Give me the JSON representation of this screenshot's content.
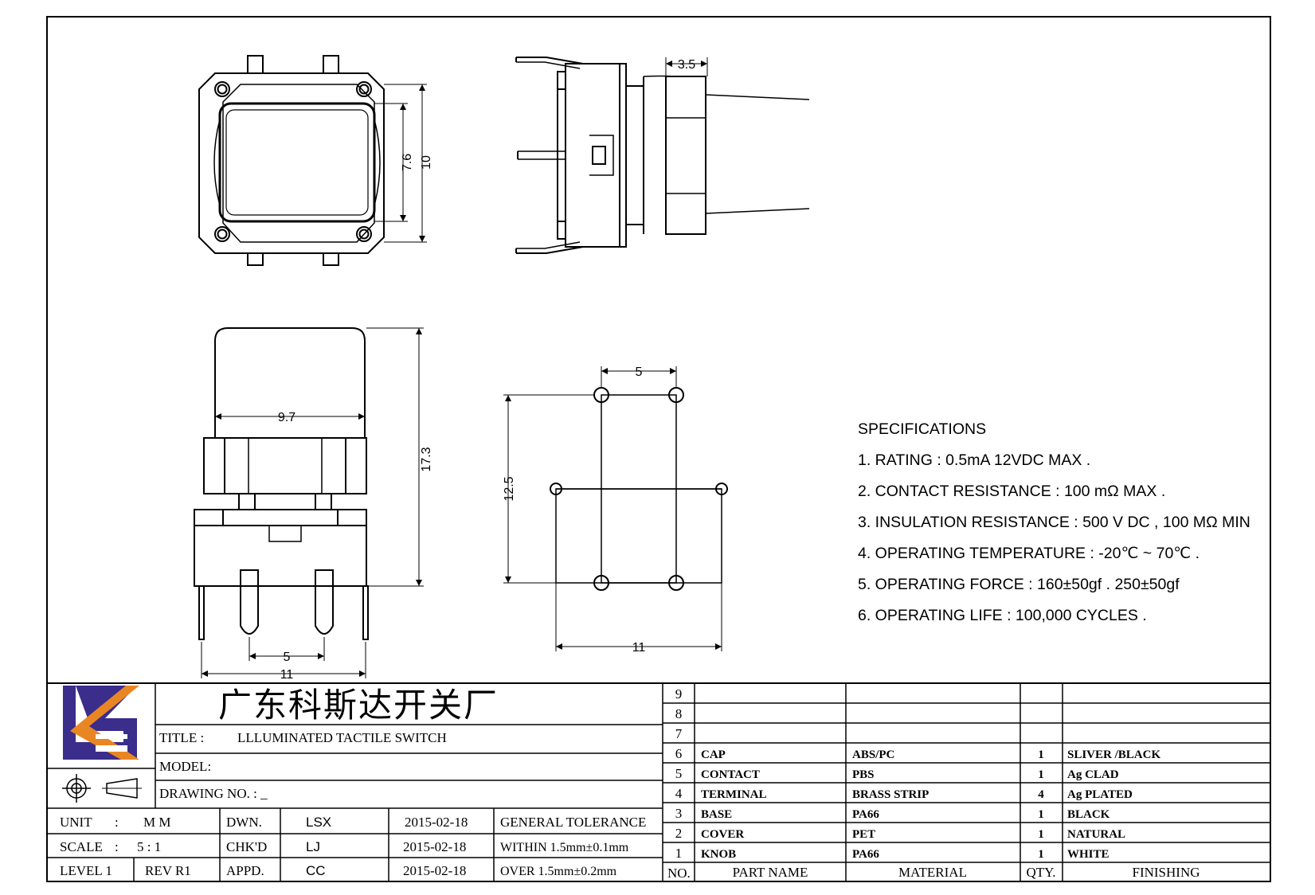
{
  "company_name": "广东科斯达开关厂",
  "title_block": {
    "title_label": "TITLE :",
    "title_value": "LLLUMINATED TACTILE SWITCH",
    "model_label": "MODEL:",
    "drawing_no_label": "DRAWING NO. : _",
    "rows": [
      {
        "k1": "UNIT",
        "sep": ":",
        "v1": "M M",
        "role": "DWN.",
        "name": "LSX",
        "date": "2015-02-18",
        "tol": "GENERAL TOLERANCE"
      },
      {
        "k1": "SCALE",
        "sep": ":",
        "v1": "5 : 1",
        "role": "CHK'D",
        "name": "LJ",
        "date": "2015-02-18",
        "tol": "WITHIN 1.5mm±0.1mm"
      },
      {
        "k1": "LEVEL 1",
        "sep": "",
        "v1": "REV R1",
        "role": "APPD.",
        "name": "CC",
        "date": "2015-02-18",
        "tol": "OVER 1.5mm±0.2mm"
      }
    ]
  },
  "bom": {
    "headers": {
      "no": "NO.",
      "part": "PART NAME",
      "material": "MATERIAL",
      "qty": "QTY.",
      "finishing": "FINISHING"
    },
    "rows": [
      {
        "no": "9",
        "part": "",
        "material": "",
        "qty": "",
        "finishing": ""
      },
      {
        "no": "8",
        "part": "",
        "material": "",
        "qty": "",
        "finishing": ""
      },
      {
        "no": "7",
        "part": "",
        "material": "",
        "qty": "",
        "finishing": ""
      },
      {
        "no": "6",
        "part": "CAP",
        "material": "ABS/PC",
        "qty": "1",
        "finishing": "SLIVER /BLACK"
      },
      {
        "no": "5",
        "part": "CONTACT",
        "material": "PBS",
        "qty": "1",
        "finishing": "Ag CLAD"
      },
      {
        "no": "4",
        "part": "TERMINAL",
        "material": "BRASS STRIP",
        "qty": "4",
        "finishing": "Ag PLATED"
      },
      {
        "no": "3",
        "part": "BASE",
        "material": "PA66",
        "qty": "1",
        "finishing": "BLACK"
      },
      {
        "no": "2",
        "part": "COVER",
        "material": "PET",
        "qty": "1",
        "finishing": "NATURAL"
      },
      {
        "no": "1",
        "part": "KNOB",
        "material": "PA66",
        "qty": "1",
        "finishing": "WHITE"
      }
    ]
  },
  "specifications": {
    "heading": "SPECIFICATIONS",
    "items": [
      "1. RATING : 0.5mA 12VDC MAX .",
      "2. CONTACT RESISTANCE : 100 mΩ MAX .",
      "3. INSULATION RESISTANCE : 500 V DC , 100 MΩ MIN",
      "4. OPERATING TEMPERATURE : -20℃ ~ 70℃ .",
      "5. OPERATING FORCE : 160±50gf . 250±50gf",
      "6. OPERATING LIFE : 100,000 CYCLES ."
    ]
  },
  "dimensions": {
    "top_height_inner": "7.6",
    "top_height_outer": "10",
    "side_depth": "3.5",
    "front_cap_width": "9.7",
    "front_height": "17.3",
    "front_pin_pitch": "5",
    "front_width": "11",
    "pcb_pitch_x": "5",
    "pcb_pitch_y": "12.5",
    "pcb_width": "11"
  }
}
